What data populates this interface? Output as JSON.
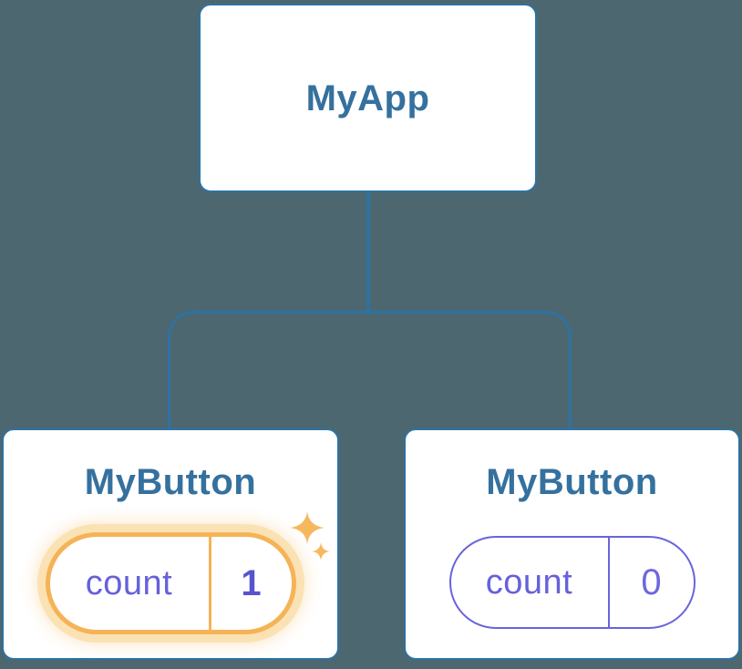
{
  "diagram": {
    "description": "React component tree with state",
    "background_color": "#4C6770",
    "tree": {
      "root": {
        "label": "MyApp"
      },
      "children": [
        {
          "label": "MyButton",
          "state_key": "count",
          "state_value": "1",
          "highlighted": true,
          "icon": "sparkles-icon"
        },
        {
          "label": "MyButton",
          "state_key": "count",
          "state_value": "0",
          "highlighted": false
        }
      ]
    },
    "colors": {
      "card_border": "#2E72A2",
      "connector": "#2E72A2",
      "node_title_text": "#35719E",
      "state_indigo": "#6661DA",
      "state_value_bold": "#5753CE",
      "highlight_orange": "#F5B357",
      "highlight_glow": "#FBE2B4",
      "card_background": "#FFFFFF"
    }
  }
}
